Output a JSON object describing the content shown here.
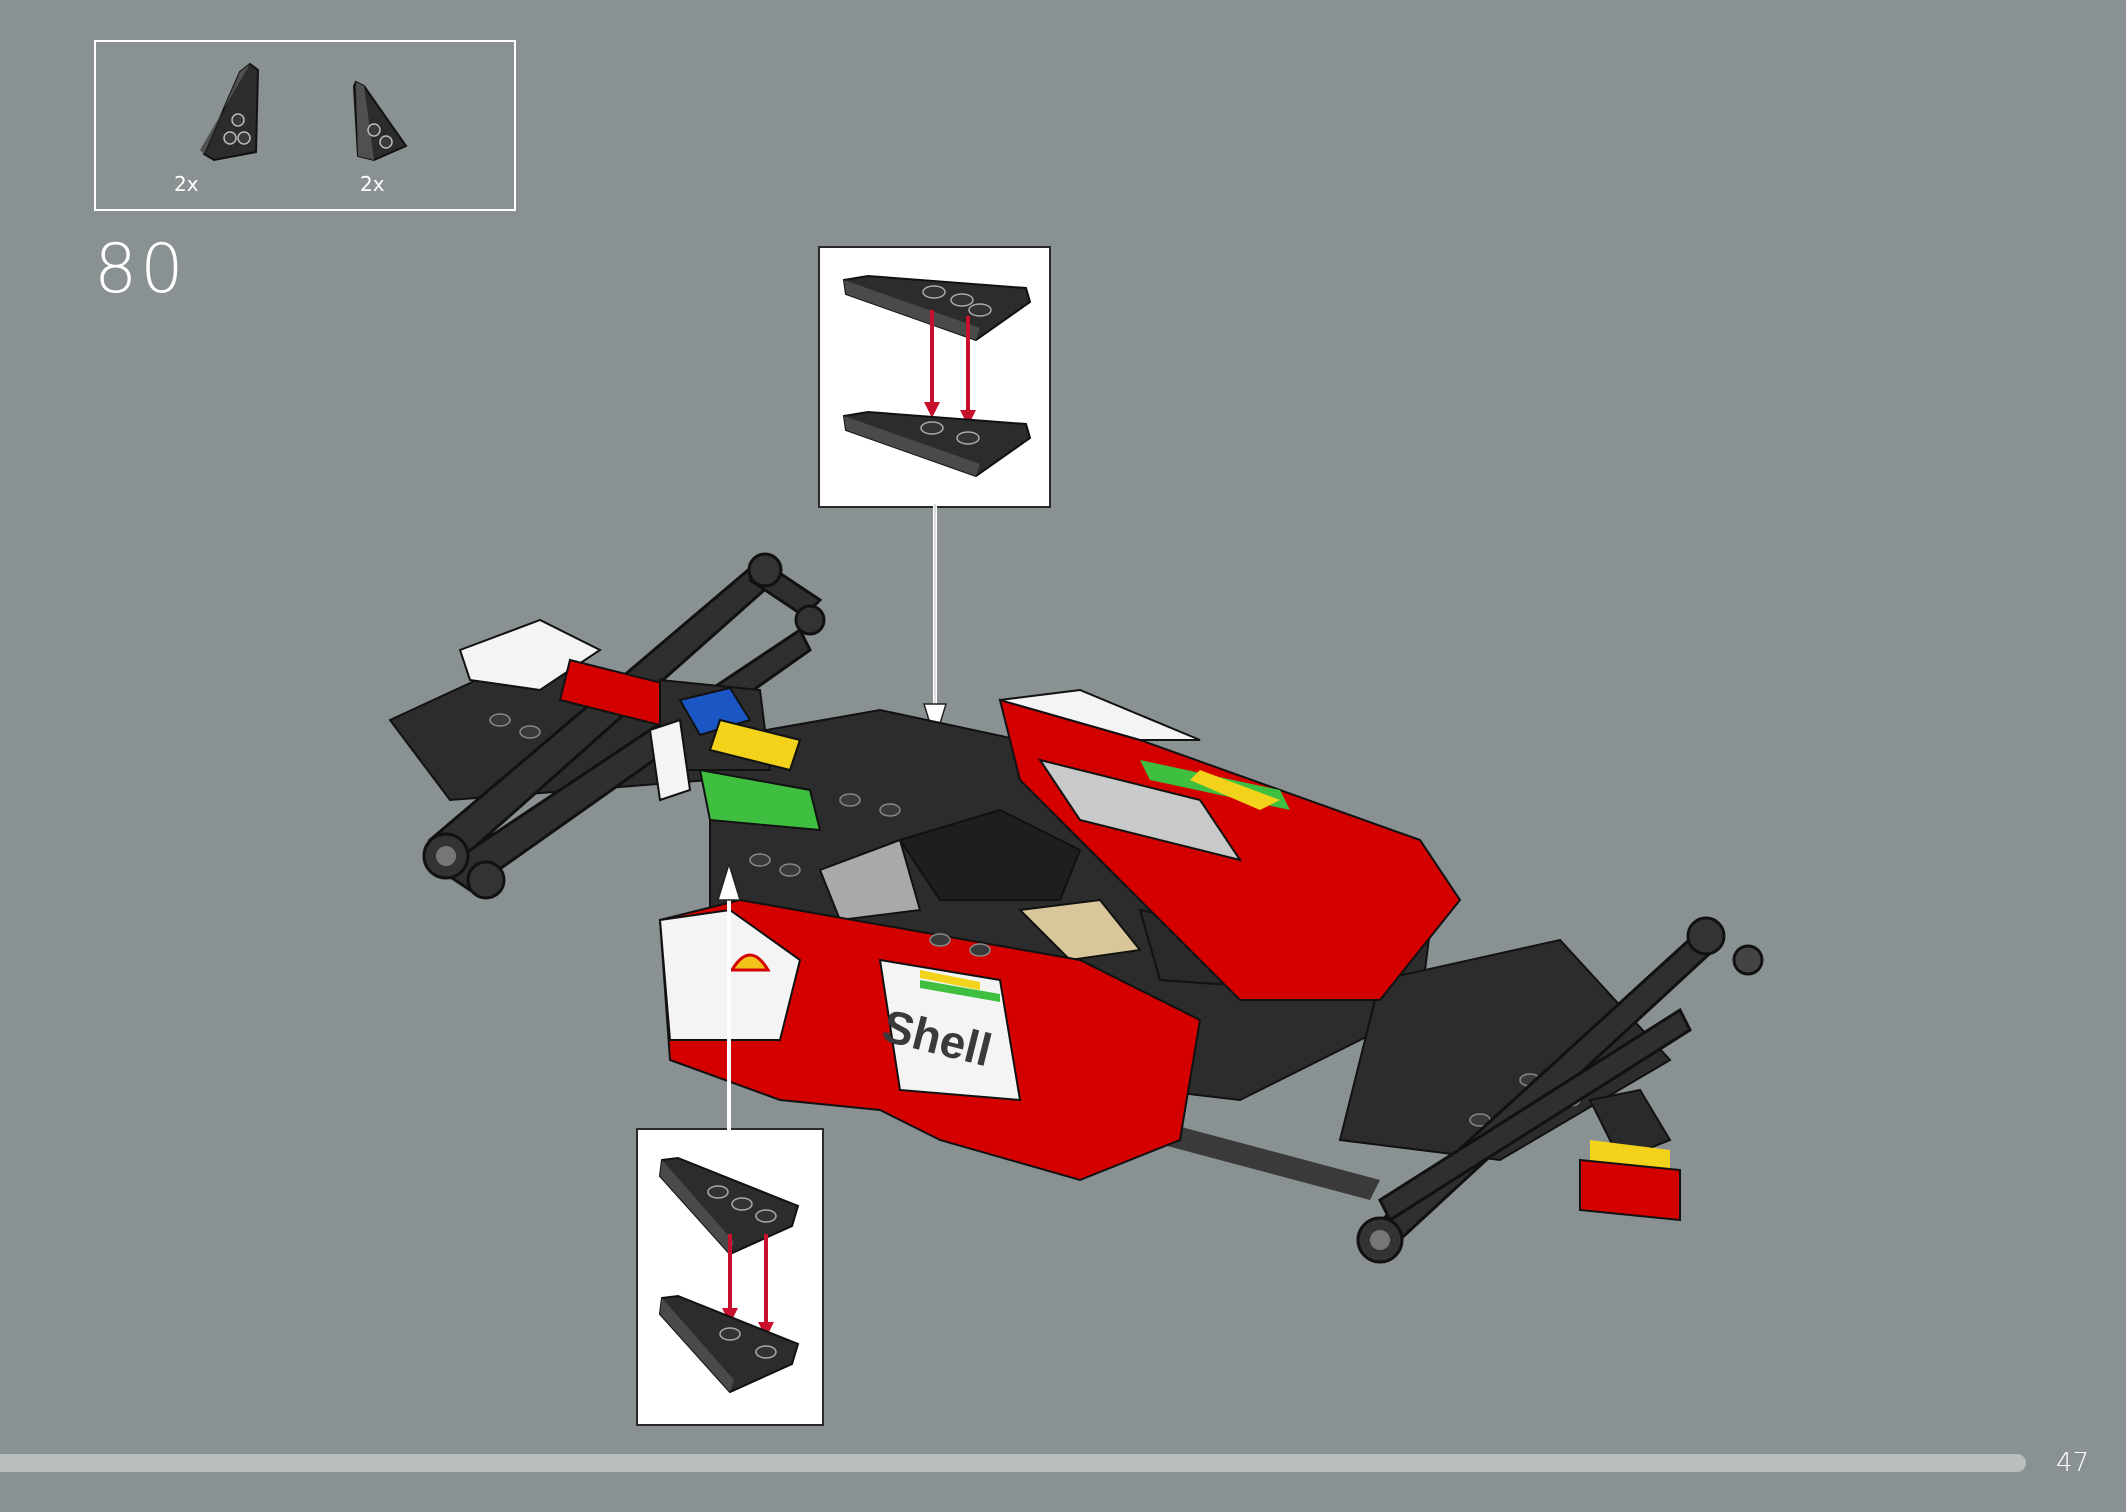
{
  "parts_list": {
    "items": [
      {
        "name": "wedge-plate-left",
        "quantity": "2x",
        "color": "#2c2c2c"
      },
      {
        "name": "wedge-plate-right",
        "quantity": "2x",
        "color": "#2c2c2c"
      }
    ]
  },
  "step": {
    "number": "80"
  },
  "colors": {
    "background": "#8a9192",
    "brick_dark": "#2c2c2c",
    "brick_red": "#d40000",
    "brick_white": "#f4f4f4",
    "arrow_red": "#c8102e"
  },
  "model_decal": {
    "text": "Shell"
  },
  "progress": {
    "fraction": 0.95
  },
  "page": {
    "number": "47"
  }
}
